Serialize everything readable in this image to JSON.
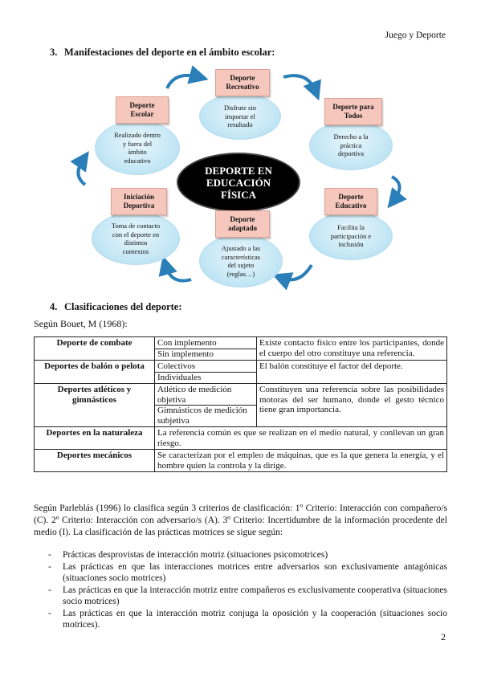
{
  "header": {
    "running_title": "Juego y Deporte"
  },
  "section3": {
    "number": "3.",
    "title": "Manifestaciones del deporte en el ámbito escolar:"
  },
  "diagram": {
    "center_lines": [
      "DEPORTE EN",
      "EDUCACIÓN",
      "FÍSICA"
    ],
    "nodes": [
      {
        "title_lines": [
          "Deporte",
          "Recreativo"
        ],
        "desc_lines": [
          "Disfrute sin",
          "importar el",
          "resultado"
        ]
      },
      {
        "title_lines": [
          "Deporte para",
          "Todos"
        ],
        "desc_lines": [
          "Derecho a la",
          "práctica",
          "deportiva"
        ]
      },
      {
        "title_lines": [
          "Deporte",
          "Educativo"
        ],
        "desc_lines": [
          "Facilita la",
          "participación e",
          "inclusión"
        ]
      },
      {
        "title_lines": [
          "Deporte",
          "adaptado"
        ],
        "desc_lines": [
          "Ajustado a las",
          "características",
          "del sujeto",
          "(reglas…)"
        ]
      },
      {
        "title_lines": [
          "Iniciación",
          "Deportiva"
        ],
        "desc_lines": [
          "Toma de contacto",
          "con el deporte en",
          "distintos",
          "contextos"
        ]
      },
      {
        "title_lines": [
          "Deporte",
          "Escolar"
        ],
        "desc_lines": [
          "Realizado dentro",
          "y fuera del",
          "ámbito",
          "educativo"
        ]
      }
    ]
  },
  "section4": {
    "number": "4.",
    "title": "Clasificaciones del deporte:"
  },
  "intro": "Según Bouet, M (1968):",
  "table": {
    "rows": [
      {
        "category": "Deporte de combate",
        "subs": [
          "Con implemento",
          "Sin implemento"
        ],
        "description": "Existe contacto físico entre los participantes, donde el cuerpo del otro constituye una referencia."
      },
      {
        "category": "Deportes de balón o pelota",
        "subs": [
          "Colectivos",
          "Individuales"
        ],
        "description": "El balón constituye el factor del deporte."
      },
      {
        "category": "Deportes atléticos y gimnásticos",
        "subs": [
          "Atlético de medición objetiva",
          "Gimnásticos de medición subjetiva"
        ],
        "description": "Constituyen una referencia sobre las posibilidades motoras del ser humano, donde el gesto técnico tiene gran importancia."
      },
      {
        "category": "Deportes en la naturaleza",
        "description": "La referencia común es que se realizan en el medio natural, y conllevan un gran riesgo."
      },
      {
        "category": "Deportes mecánicos",
        "description": "Se caracterizan por el empleo de máquinas, que es la que genera la energía, y el hombre quien la controla y la dirige."
      }
    ]
  },
  "parlebas_paragraph": "Según Parleblás (1996) lo clasifica según 3 criterios de clasificación: 1º Criterio: Interacción con compañero/s (C). 2º Criterio: Interacción con adversario/s (A). 3º Criterio: Incertidumbre de la información procedente del medio (I). La clasificación de las prácticas motrices se sigue según:",
  "practicas": [
    "Prácticas desprovistas de interacción motriz (situaciones psicomotrices)",
    "Las prácticas en que las interacciones motrices entre adversarios son exclusivamente antagónicas (situaciones socio motrices)",
    "Las prácticas en que la interacción motriz entre compañeros es exclusivamente cooperativa (situaciones socio motrices)",
    "Las prácticas en que la interacción motriz conjuga la oposición y la cooperación (situaciones socio motrices)."
  ],
  "page_number": "2",
  "colors": {
    "title_box": "#f6c8bd",
    "bubble": "#c6e8f6",
    "arrow": "#2a7fb8",
    "center": "#000000"
  }
}
